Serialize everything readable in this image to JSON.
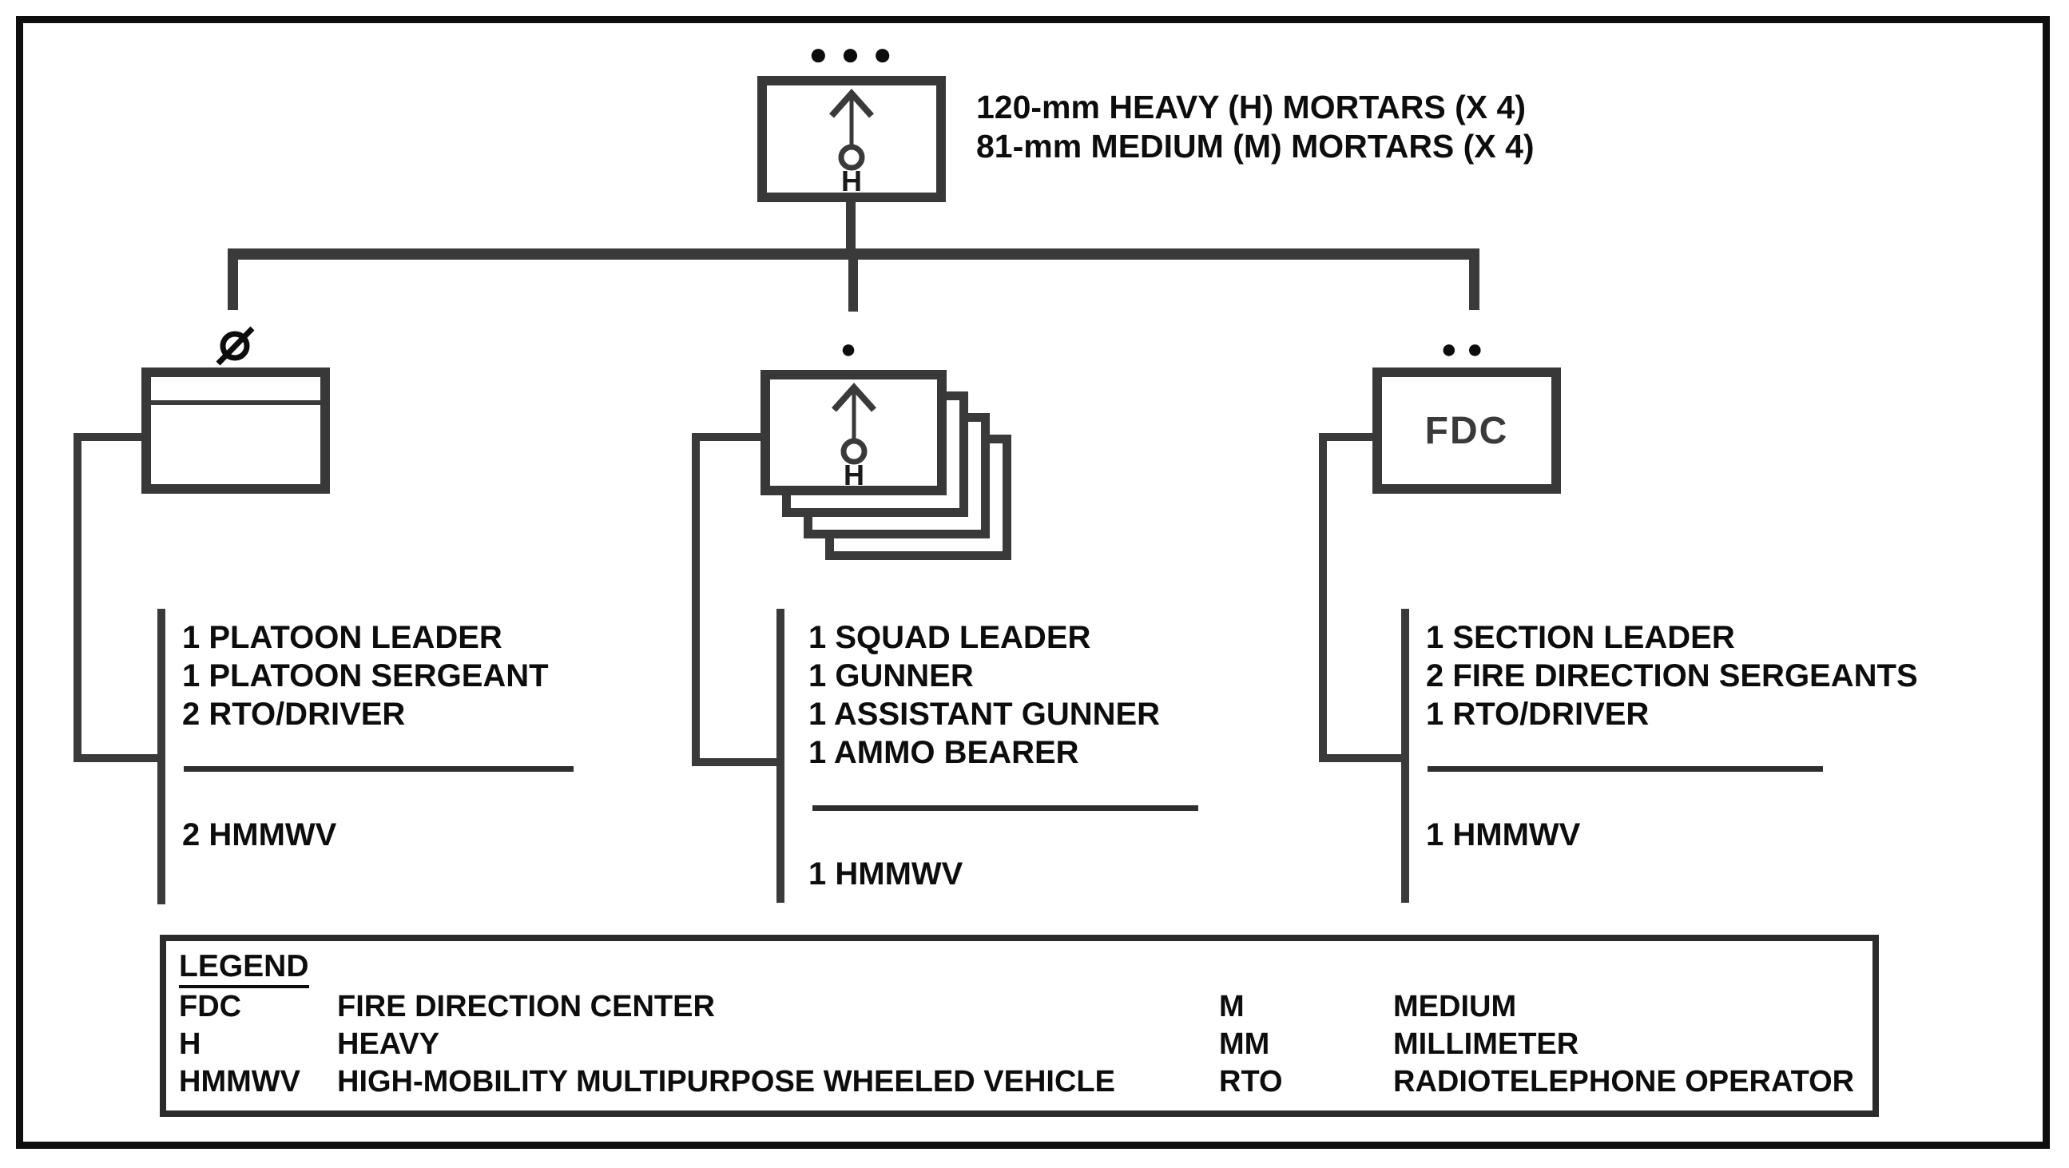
{
  "parent_unit": {
    "echelon_dots": "●●●",
    "echelon_meaning": "platoon",
    "symbol": "mortar-icon",
    "symbol_letter": "H",
    "annotation_line1": "120-mm HEAVY (H) MORTARS (X 4)",
    "annotation_line2": "81-mm MEDIUM (M) MORTARS (X 4)"
  },
  "branches": {
    "headquarters": {
      "echelon_symbol": "Ø",
      "echelon_meaning": "crew/team",
      "personnel": [
        "1 PLATOON LEADER",
        "1 PLATOON SERGEANT",
        "2 RTO/DRIVER"
      ],
      "equipment": "2 HMMWV"
    },
    "mortar_squad": {
      "echelon_dots": "●",
      "echelon_meaning": "squad",
      "symbol": "mortar-icon",
      "symbol_letter": "H",
      "stack_count": 4,
      "personnel": [
        "1 SQUAD LEADER",
        "1 GUNNER",
        "1 ASSISTANT GUNNER",
        "1 AMMO BEARER"
      ],
      "equipment": "1 HMMWV"
    },
    "fdc_section": {
      "echelon_dots": "●●",
      "echelon_meaning": "section",
      "box_label": "FDC",
      "personnel": [
        "1 SECTION LEADER",
        "2 FIRE DIRECTION SERGEANTS",
        "1 RTO/DRIVER"
      ],
      "equipment": "1 HMMWV"
    }
  },
  "legend": {
    "title": "LEGEND",
    "left_column": [
      {
        "abbr": "FDC",
        "definition": "FIRE DIRECTION CENTER"
      },
      {
        "abbr": "H",
        "definition": "HEAVY"
      },
      {
        "abbr": "HMMWV",
        "definition": "HIGH-MOBILITY MULTIPURPOSE WHEELED VEHICLE"
      }
    ],
    "right_column": [
      {
        "abbr": "M",
        "definition": "MEDIUM"
      },
      {
        "abbr": "MM",
        "definition": "MILLIMETER"
      },
      {
        "abbr": "RTO",
        "definition": "RADIOTELEPHONE OPERATOR"
      }
    ]
  },
  "colors": {
    "line": "#3a3a3a",
    "text": "#0d0d0d",
    "background": "#ffffff"
  }
}
